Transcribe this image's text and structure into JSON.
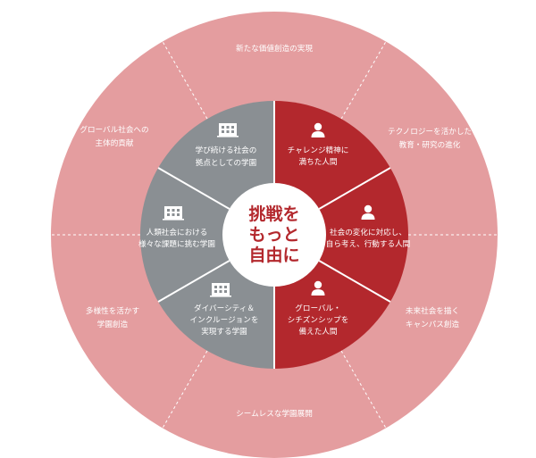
{
  "center": {
    "lines": [
      "挑戦を",
      "もっと",
      "自由に"
    ],
    "color": "#b3282d"
  },
  "colors": {
    "outer_ring": "#e49d9f",
    "left_half": "#8a8f93",
    "right_half": "#b3282d",
    "divider": "#ffffff"
  },
  "outer": [
    {
      "lines": [
        "新たな価値創造の実現"
      ]
    },
    {
      "lines": [
        "テクノロジーを活かした",
        "教育・研究の進化"
      ]
    },
    {
      "lines": [
        "未来社会を描く",
        "キャンパス創造"
      ]
    },
    {
      "lines": [
        "シームレスな学園展開"
      ]
    },
    {
      "lines": [
        "多様性を活かす",
        "学園創造"
      ]
    },
    {
      "lines": [
        "グローバル社会への",
        "主体的貢献"
      ]
    }
  ],
  "right_inner": [
    {
      "icon": "person-icon",
      "lines": [
        "チャレンジ精神に",
        "満ちた人間"
      ]
    },
    {
      "icon": "person-icon",
      "lines": [
        "社会の変化に対応し、",
        "自ら考え、行動する人間"
      ]
    },
    {
      "icon": "person-icon",
      "lines": [
        "グローバル・",
        "シチズンシップを",
        "備えた人間"
      ]
    }
  ],
  "left_inner": [
    {
      "icon": "building-icon",
      "lines": [
        "学び続ける社会の",
        "拠点としての学園"
      ]
    },
    {
      "icon": "building-icon",
      "lines": [
        "人類社会における",
        "様々な課題に挑む学園"
      ]
    },
    {
      "icon": "building-icon",
      "lines": [
        "ダイバーシティ＆",
        "インクルージョンを",
        "実現する学園"
      ]
    }
  ]
}
